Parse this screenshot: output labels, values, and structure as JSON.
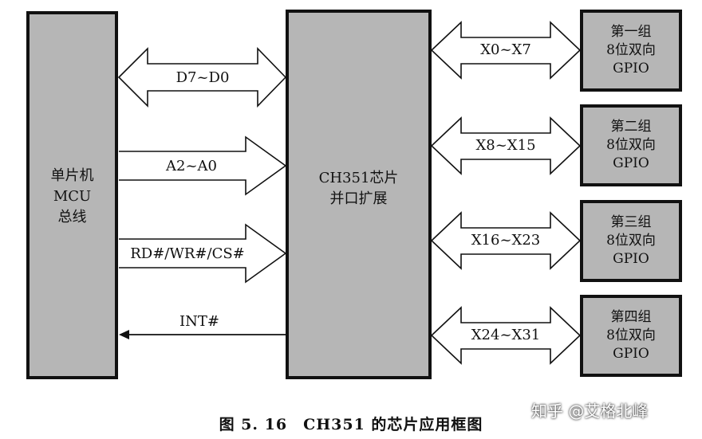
{
  "mcu": {
    "line1": "单片机",
    "line2": "MCU",
    "line3": "总线"
  },
  "chip": {
    "line1": "CH351芯片",
    "line2": "并口扩展"
  },
  "signals": {
    "data_bus": "D7~D0",
    "addr_bus": "A2~A0",
    "ctrl_bus": "RD#/WR#/CS#",
    "int": "INT#"
  },
  "gpio_groups": [
    {
      "name": "第一组",
      "desc": "8位双向",
      "type": "GPIO",
      "bus": "X0~X7"
    },
    {
      "name": "第二组",
      "desc": "8位双向",
      "type": "GPIO",
      "bus": "X8~X15"
    },
    {
      "name": "第三组",
      "desc": "8位双向",
      "type": "GPIO",
      "bus": "X16~X23"
    },
    {
      "name": "第四组",
      "desc": "8位双向",
      "type": "GPIO",
      "bus": "X24~X31"
    }
  ],
  "caption": "图 5. 16　CH351 的芯片应用框图",
  "watermark": "知乎 @艾格北峰",
  "colors": {
    "block_fill": "#b6b6b6",
    "line": "#111111"
  }
}
